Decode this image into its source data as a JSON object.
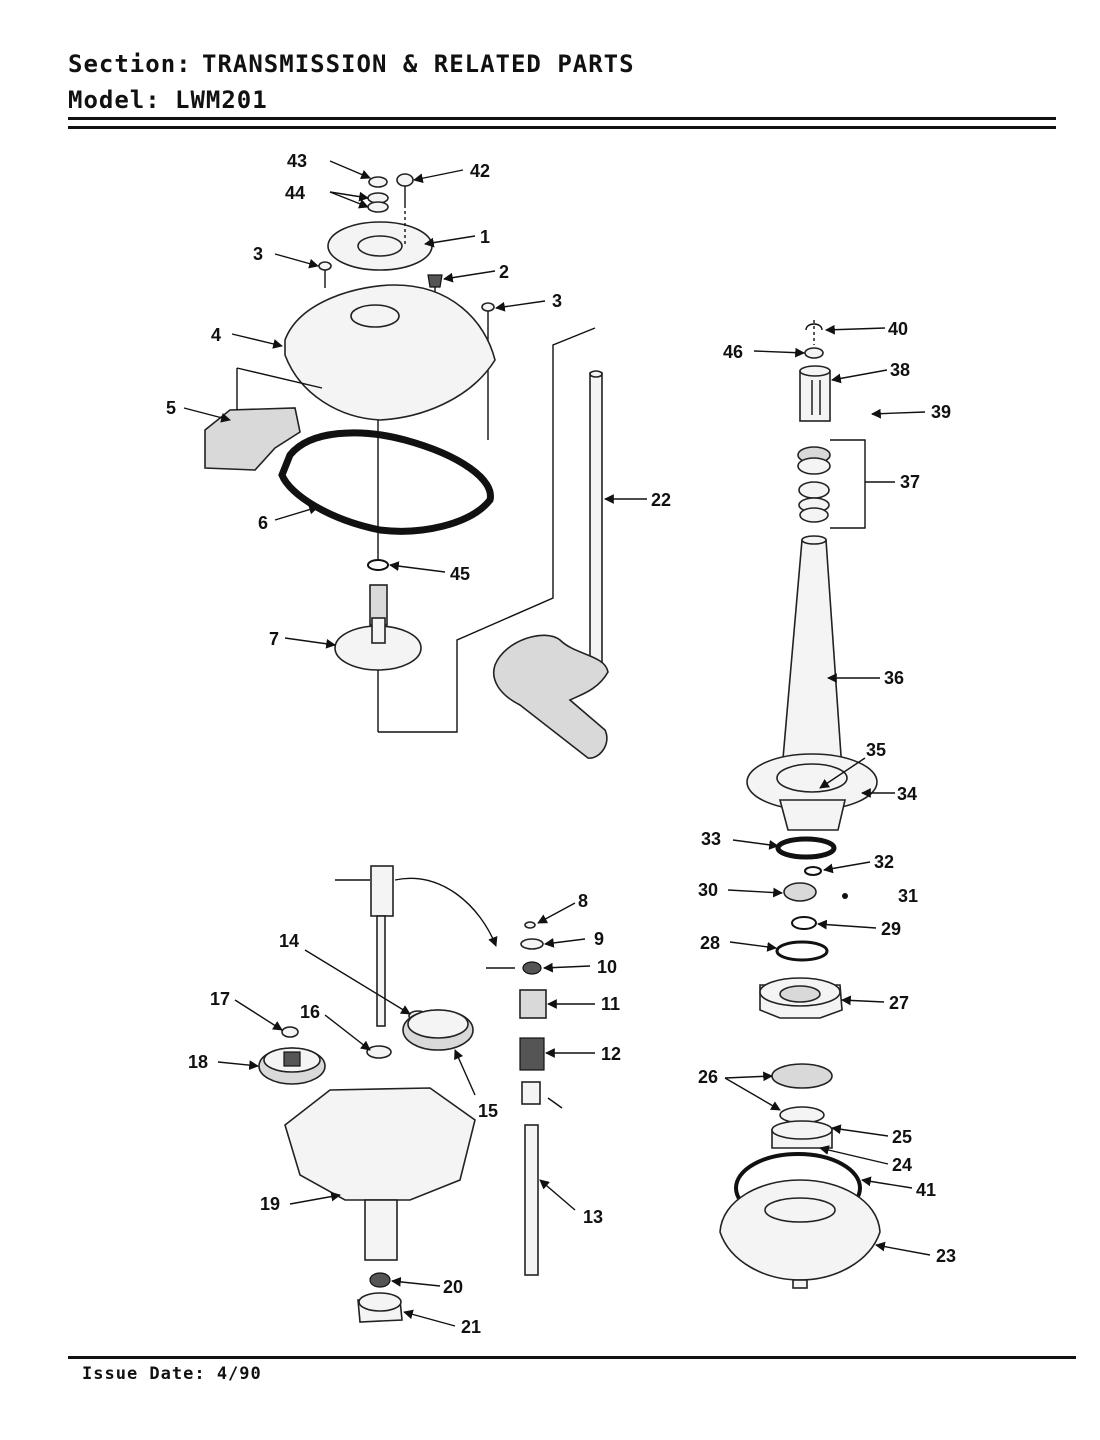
{
  "header": {
    "section_label": "Section:",
    "section_value": "TRANSMISSION & RELATED PARTS",
    "model_label": "Model:",
    "model_value": "LWM201"
  },
  "footer": {
    "issue_date": "Issue Date: 4/90"
  },
  "callouts": [
    "1",
    "2",
    "3",
    "3",
    "4",
    "5",
    "6",
    "7",
    "8",
    "9",
    "10",
    "11",
    "12",
    "13",
    "14",
    "15",
    "16",
    "17",
    "18",
    "19",
    "20",
    "21",
    "22",
    "23",
    "24",
    "25",
    "26",
    "27",
    "28",
    "29",
    "30",
    "31",
    "32",
    "33",
    "34",
    "35",
    "36",
    "37",
    "38",
    "39",
    "40",
    "41",
    "42",
    "43",
    "44",
    "45",
    "46"
  ]
}
